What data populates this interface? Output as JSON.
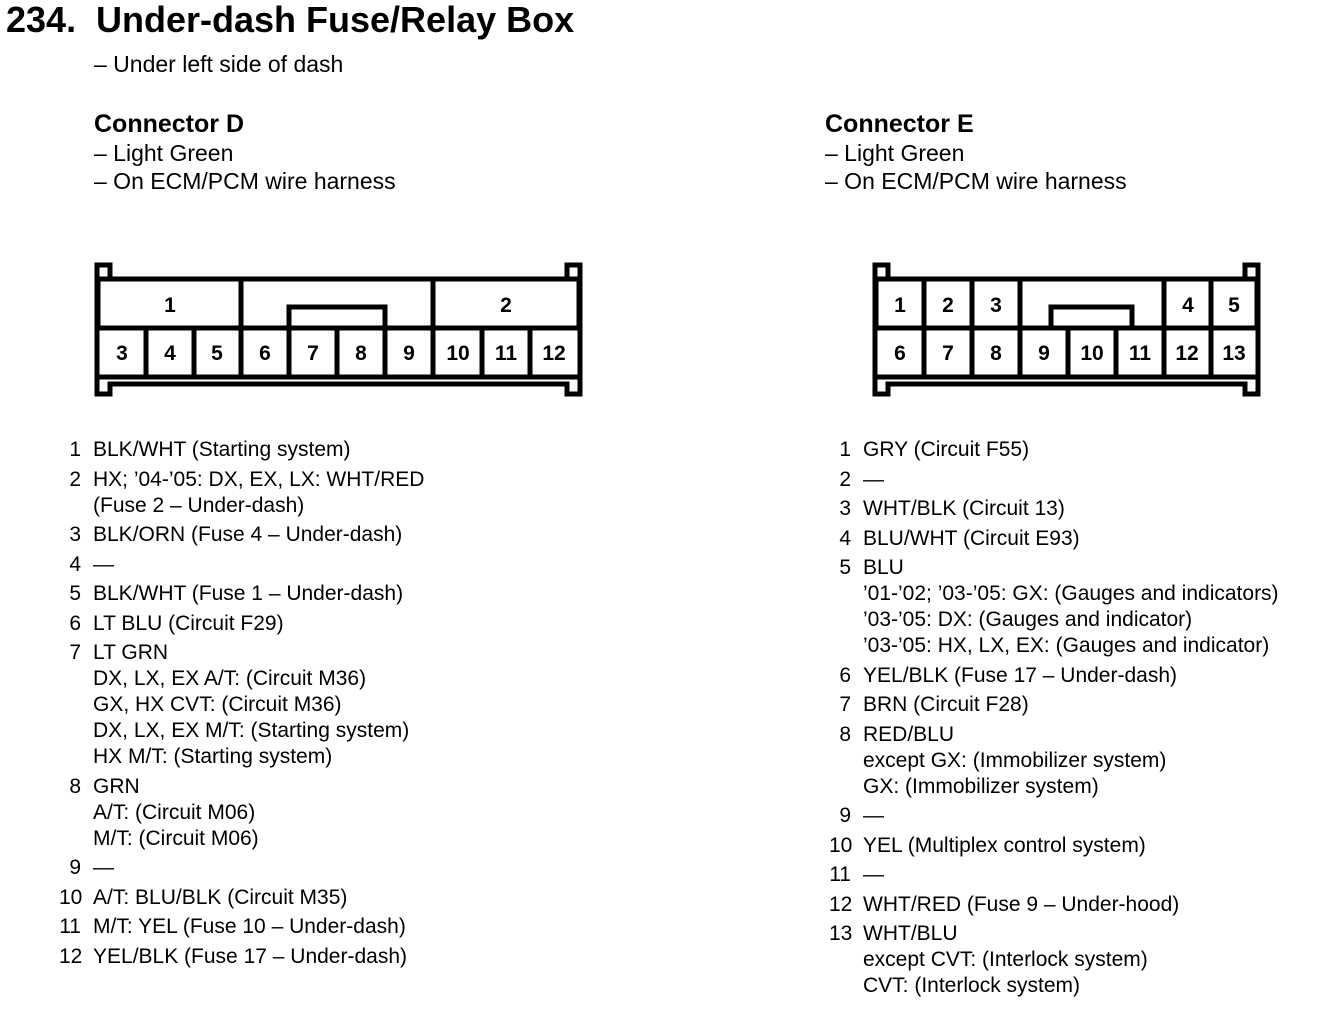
{
  "header": {
    "number": "234.",
    "title": "Under-dash Fuse/Relay Box",
    "subtitle": "– Under left side of dash"
  },
  "connectors": [
    {
      "name": "Connector D",
      "lines": [
        "– Light Green",
        "– On ECM/PCM wire harness"
      ],
      "cavities": {
        "top": [
          "1",
          "2"
        ],
        "bottom": [
          "3",
          "4",
          "5",
          "6",
          "7",
          "8",
          "9",
          "10",
          "11",
          "12"
        ]
      },
      "pins": [
        {
          "num": "1",
          "text": "BLK/WHT (Starting system)",
          "sub": []
        },
        {
          "num": "2",
          "text": "HX; ’04-’05: DX, EX, LX: WHT/RED",
          "sub": [
            "(Fuse 2 – Under-dash)"
          ]
        },
        {
          "num": "3",
          "text": "BLK/ORN (Fuse 4 – Under-dash)",
          "sub": []
        },
        {
          "num": "4",
          "text": "—",
          "sub": []
        },
        {
          "num": "5",
          "text": "BLK/WHT (Fuse 1 – Under-dash)",
          "sub": []
        },
        {
          "num": "6",
          "text": "LT BLU (Circuit F29)",
          "sub": []
        },
        {
          "num": "7",
          "text": "LT GRN",
          "sub": [
            "DX, LX, EX A/T: (Circuit M36)",
            "GX, HX CVT: (Circuit M36)",
            "DX, LX, EX M/T: (Starting system)",
            "HX M/T: (Starting system)"
          ]
        },
        {
          "num": "8",
          "text": "GRN",
          "sub": [
            "A/T: (Circuit M06)",
            "M/T: (Circuit M06)"
          ]
        },
        {
          "num": "9",
          "text": "—",
          "sub": []
        },
        {
          "num": "10",
          "text": "A/T: BLU/BLK (Circuit M35)",
          "sub": []
        },
        {
          "num": "11",
          "text": "M/T: YEL (Fuse 10 – Under-dash)",
          "sub": []
        },
        {
          "num": "12",
          "text": "YEL/BLK (Fuse 17 – Under-dash)",
          "sub": []
        }
      ]
    },
    {
      "name": "Connector E",
      "lines": [
        "– Light Green",
        "– On ECM/PCM wire harness"
      ],
      "cavities": {
        "top": [
          "1",
          "2",
          "3",
          "4",
          "5"
        ],
        "bottom": [
          "6",
          "7",
          "8",
          "9",
          "10",
          "11",
          "12",
          "13"
        ]
      },
      "pins": [
        {
          "num": "1",
          "text": "GRY (Circuit F55)",
          "sub": []
        },
        {
          "num": "2",
          "text": "—",
          "sub": []
        },
        {
          "num": "3",
          "text": "WHT/BLK (Circuit 13)",
          "sub": []
        },
        {
          "num": "4",
          "text": "BLU/WHT (Circuit E93)",
          "sub": []
        },
        {
          "num": "5",
          "text": "BLU",
          "sub": [
            "’01-’02; ’03-’05: GX: (Gauges and indicators)",
            "’03-’05: DX: (Gauges and indicator)",
            "’03-’05: HX, LX, EX: (Gauges and indicator)"
          ]
        },
        {
          "num": "6",
          "text": "YEL/BLK (Fuse 17 – Under-dash)",
          "sub": []
        },
        {
          "num": "7",
          "text": "BRN (Circuit F28)",
          "sub": []
        },
        {
          "num": "8",
          "text": "RED/BLU",
          "sub": [
            "except GX: (Immobilizer system)",
            "GX: (Immobilizer system)"
          ]
        },
        {
          "num": "9",
          "text": "—",
          "sub": []
        },
        {
          "num": "10",
          "text": "YEL (Multiplex control system)",
          "sub": []
        },
        {
          "num": "11",
          "text": "—",
          "sub": []
        },
        {
          "num": "12",
          "text": "WHT/RED (Fuse 9 – Under-hood)",
          "sub": []
        },
        {
          "num": "13",
          "text": "WHT/BLU",
          "sub": [
            "except CVT: (Interlock system)",
            "CVT: (Interlock system)"
          ]
        }
      ]
    }
  ]
}
